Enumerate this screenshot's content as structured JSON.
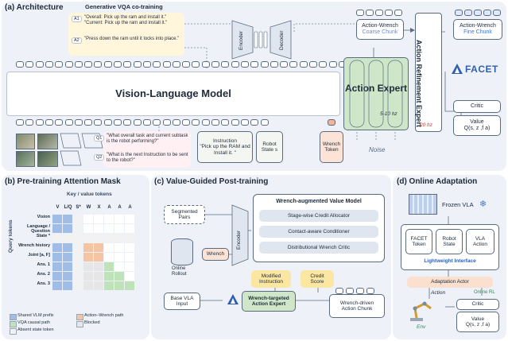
{
  "panels": {
    "a_title": "(a) Architecture",
    "b_title": "(b) Pre-training Attention Mask",
    "c_title": "(c) Value-Guided Post-training",
    "d_title": "(d) Online Adaptation"
  },
  "a": {
    "vqa_title": "Generative VQA co-training",
    "a1_tag": "A1",
    "a1_text": "\"Overall: Pick up the ram and install it.\" \"Current: Pick up the ram and install it.\"",
    "a2_tag": "A2",
    "a2_text": "\"Press down the ram until it locks into place.\"",
    "q1_tag": "Q1",
    "q1_text": "\"What overall task and current subtask is the robot performing?\"",
    "q2_tag": "Q2",
    "q2_text": "\"What is the next Instruction to be sent to the robot?\"",
    "encoder": "Encoder",
    "decoder": "Decoder",
    "vlm": "Vision-Language Model",
    "action_expert": "Action Expert",
    "freq_left": "5-10 hz",
    "coarse_chunk_l1": "Action-Wrench",
    "coarse_chunk_l2": "Coarse Chunk",
    "fine_chunk_l1": "Action-Wrench",
    "fine_chunk_l2": "Fine Chunk",
    "refinement": "Action Refinement Expert",
    "freq_right": "20 hz",
    "facet": "FACET",
    "critic": "Critic",
    "value_l1": "Value",
    "value_l2": "Q(s, z ,f a)",
    "instruction_l1": "Instruction",
    "instruction_l2": "\"Pick up the RAM and Install it. \"",
    "robot_state_l1": "Robot",
    "robot_state_l2": "State s",
    "wrench_token_l1": "Wrench",
    "wrench_token_l2": "Token",
    "noise": "Noise"
  },
  "b": {
    "header": "Key / value tokens",
    "col_labels": [
      "V",
      "L/Q",
      "S*",
      "W",
      "X",
      "A",
      "A",
      "A"
    ],
    "row_labels": [
      "Vision",
      "Language / Question",
      "State *",
      "Wrench history",
      "Joint [a, F]",
      "Ans. 1",
      "Ans. 2",
      "Ans. 3"
    ],
    "axis_label": "Query tokens",
    "legend": [
      "Shared VLM prefix",
      "Action–Wrench path",
      "VQA causal path",
      "Blocked",
      "Absent state token"
    ],
    "legend_colors": [
      "#9fbde6",
      "#f5c4a3",
      "#bfe3b8",
      "#e6e6e6",
      "#f2f2f2"
    ]
  },
  "c": {
    "segmented_pairs_l1": "Segmented",
    "segmented_pairs_l2": "Pairs",
    "online_rollout_l1": "Online",
    "online_rollout_l2": "Rollout",
    "wrench": "Wrench",
    "encoder": "Encoder",
    "value_model_title": "Wrench-augmented Value Model",
    "modules": [
      "Stage-wise Credit Allocator",
      "Contact-aware Conditioner",
      "Distributional Wrench Critic"
    ],
    "modified_instruction_l1": "Modified",
    "modified_instruction_l2": "Instruction",
    "credit_score_l1": "Credit",
    "credit_score_l2": "Score",
    "base_vla_l1": "Base VLA",
    "base_vla_l2": "Input",
    "targeted_expert_l1": "Wrench-targeted",
    "targeted_expert_l2": "Action Expert",
    "driven_chunk_l1": "Wrench-driven",
    "driven_chunk_l2": "Action Chunk"
  },
  "d": {
    "frozen_vla": "Frozen VLA",
    "facet_token_l1": "FACET",
    "facet_token_l2": "Token",
    "robot_state_l1": "Robot",
    "robot_state_l2": "State",
    "vla_action_l1": "VLA",
    "vla_action_l2": "Action",
    "interface": "Lightweight Interface",
    "adaptation_actor": "Adaptation Actor",
    "action": "Action",
    "online_rl": "Online RL",
    "critic": "Critic",
    "value_l1": "Value",
    "value_l2": "Q(s, z ,f a)",
    "env": "Env"
  }
}
